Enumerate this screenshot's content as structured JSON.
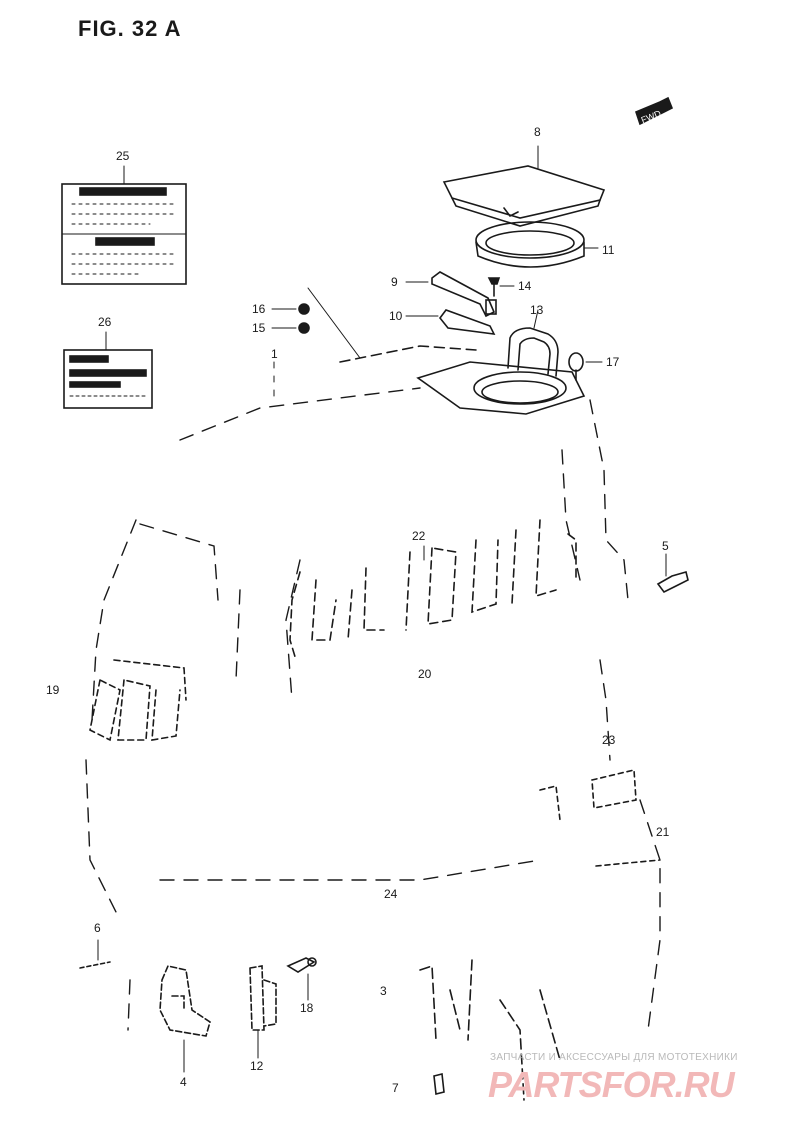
{
  "figure": {
    "title": "FIG. 32  A"
  },
  "fwd_marker": "FWD",
  "callouts": [
    {
      "id": "c8",
      "label": "8"
    },
    {
      "id": "c11",
      "label": "11"
    },
    {
      "id": "c9",
      "label": "9"
    },
    {
      "id": "c14",
      "label": "14"
    },
    {
      "id": "c10",
      "label": "10"
    },
    {
      "id": "c13",
      "label": "13"
    },
    {
      "id": "c16",
      "label": "16"
    },
    {
      "id": "c15",
      "label": "15"
    },
    {
      "id": "c1",
      "label": "1"
    },
    {
      "id": "c17",
      "label": "17"
    },
    {
      "id": "c25",
      "label": "25"
    },
    {
      "id": "c26",
      "label": "26"
    },
    {
      "id": "c22",
      "label": "22"
    },
    {
      "id": "c5",
      "label": "5"
    },
    {
      "id": "c20",
      "label": "20"
    },
    {
      "id": "c19",
      "label": "19"
    },
    {
      "id": "c23",
      "label": "23"
    },
    {
      "id": "c21",
      "label": "21"
    },
    {
      "id": "c24",
      "label": "24"
    },
    {
      "id": "c6",
      "label": "6"
    },
    {
      "id": "c3",
      "label": "3"
    },
    {
      "id": "c18",
      "label": "18"
    },
    {
      "id": "c12",
      "label": "12"
    },
    {
      "id": "c4",
      "label": "4"
    },
    {
      "id": "c7",
      "label": "7"
    }
  ],
  "watermark": {
    "line1": "ЗАПЧАСТИ И АКСЕССУАРЫ ДЛЯ МОТОТЕХНИКИ",
    "logo": "PARTSFOR.RU"
  },
  "colors": {
    "ink": "#1a1a1a",
    "watermark_logo": "#f2b8b8",
    "watermark_text": "#b9b9b9"
  }
}
